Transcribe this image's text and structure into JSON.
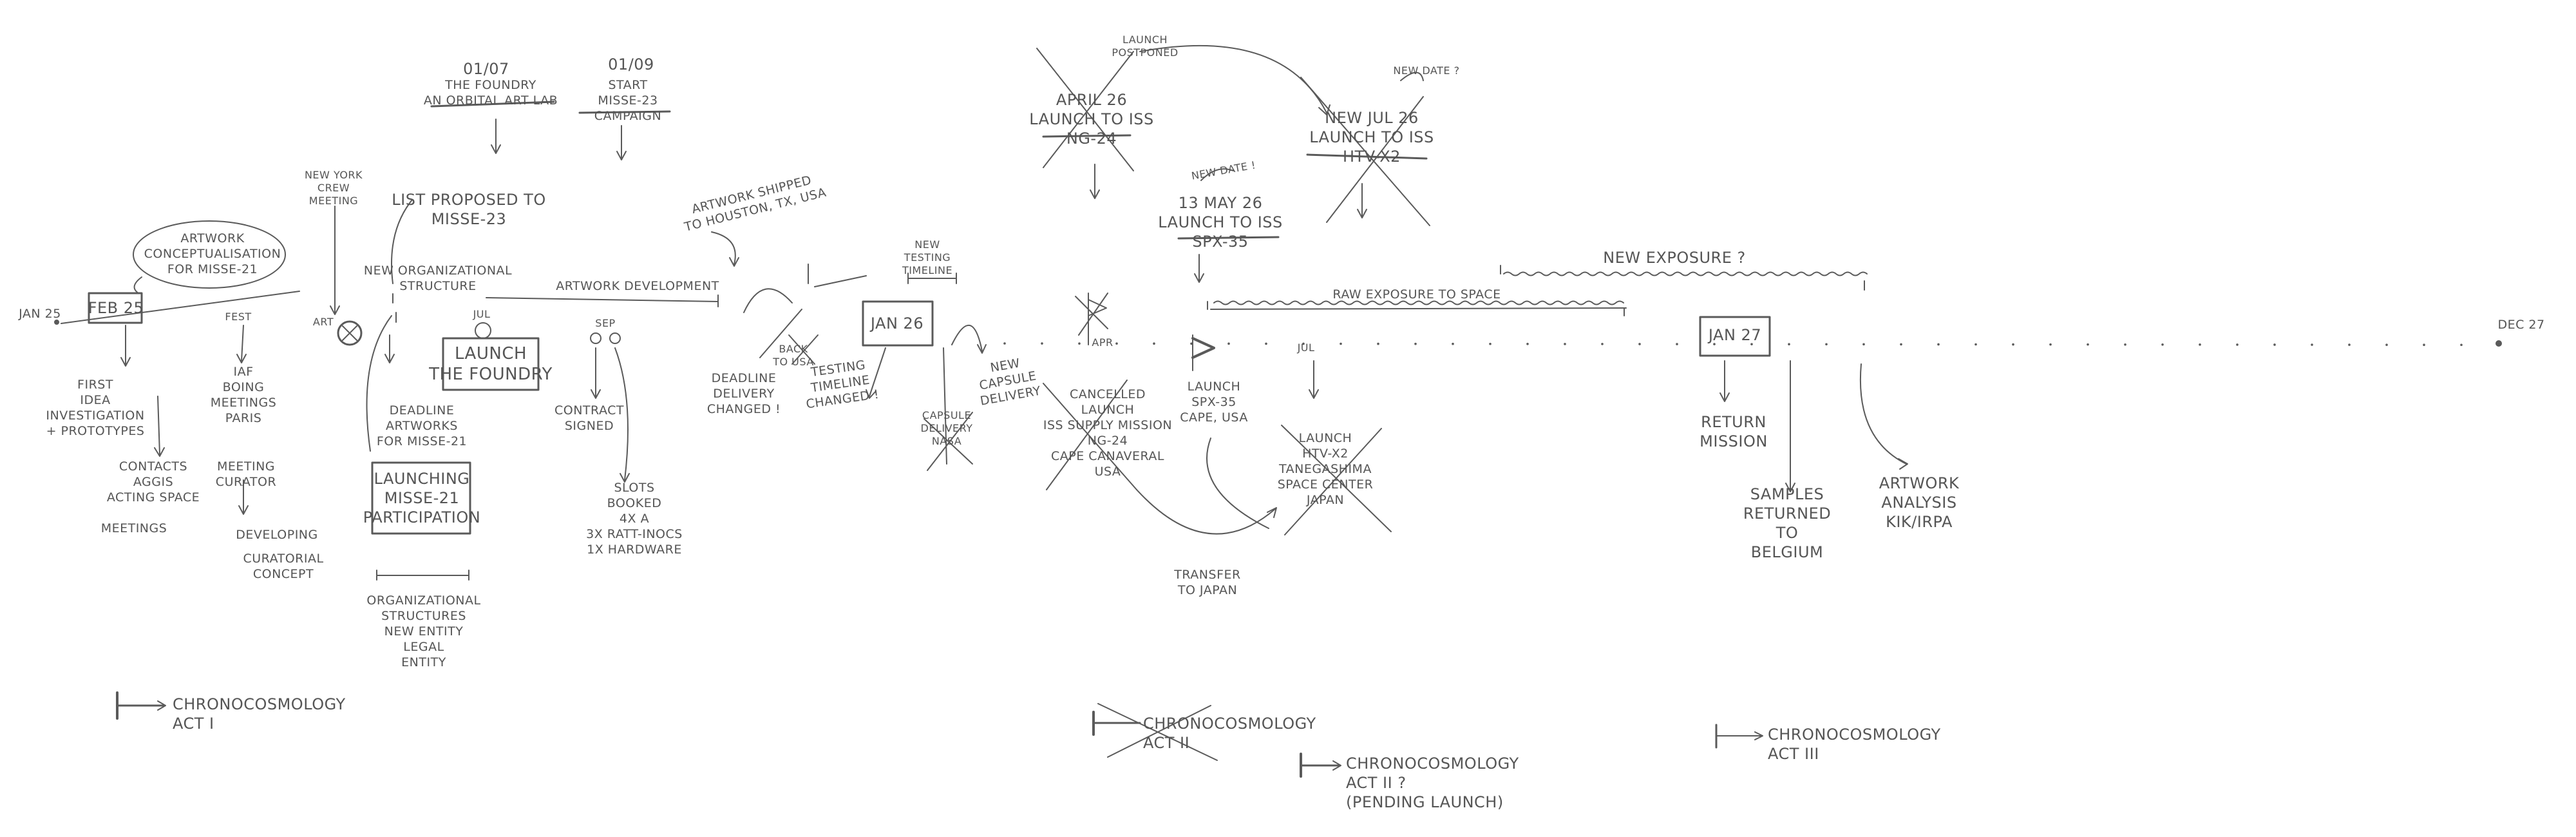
{
  "timeline": {
    "start": "JAN 25",
    "end": "DEC 27"
  },
  "boxes": {
    "feb25": "FEB 25",
    "launch_foundry": [
      "LAUNCH",
      "THE FOUNDRY"
    ],
    "launching_misse": [
      "LAUNCHING",
      "MISSE-21",
      "PARTICIPATION"
    ],
    "jan26": "JAN 26",
    "jan27": "JAN 27"
  },
  "labels": {
    "artwork_conceptualisation": [
      "ARTWORK",
      "CONCEPTUALISATION",
      "FOR MISSE-21"
    ],
    "first_idea": [
      "FIRST",
      "IDEA",
      "INVESTIGATION",
      "+ PROTOTYPES"
    ],
    "contacts": [
      "CONTACTS",
      "AGGIS",
      "ACTING SPACE"
    ],
    "meetings": "MEETINGS",
    "fest": "FEST",
    "iaf": [
      "IAF",
      "BOING",
      "MEETINGS",
      "PARIS"
    ],
    "meeting_curator": [
      "MEETING",
      "CURATOR"
    ],
    "developing": "DEVELOPING",
    "curatorial_concept": [
      "CURATORIAL",
      "CONCEPT"
    ],
    "new_york": [
      "NEW YORK",
      "CREW",
      "MEETING"
    ],
    "art": "ART",
    "jul": "JUL",
    "date_0107": "01/07",
    "the_foundry": [
      "THE FOUNDRY",
      "AN ORBITAL ART LAB"
    ],
    "date_0109": "01/09",
    "start_misse": [
      "START",
      "MISSE-23",
      "CAMPAIGN"
    ],
    "list_proposed": [
      "LIST PROPOSED TO",
      "MISSE-23"
    ],
    "new_org": [
      "NEW ORGANIZATIONAL",
      "STRUCTURE"
    ],
    "deadline": [
      "DEADLINE",
      "ARTWORKS",
      "FOR MISSE-21"
    ],
    "org_structure": [
      "ORGANIZATIONAL",
      "STRUCTURES",
      "NEW ENTITY",
      "LEGAL",
      "ENTITY"
    ],
    "artwork_development": "ARTWORK DEVELOPMENT",
    "sep": "SEP",
    "contract_signed": [
      "CONTRACT",
      "SIGNED"
    ],
    "slots_booked": [
      "SLOTS",
      "BOOKED",
      "4X A",
      "3X RATT-INOCS",
      "1X HARDWARE"
    ],
    "artwork_shipped": [
      "ARTWORK SHIPPED",
      "TO HOUSTON, TX, USA"
    ],
    "deadline_changed": [
      "DEADLINE",
      "DELIVERY",
      "CHANGED !"
    ],
    "back_to_usa": [
      "BACK",
      "TO USA"
    ],
    "testing_changed": [
      "TESTING",
      "TIMELINE",
      "CHANGED !"
    ],
    "new_testing": [
      "NEW",
      "TESTING",
      "TIMELINE"
    ],
    "capsule_delivery": [
      "CAPSULE",
      "DELIVERY",
      "NASA"
    ],
    "new_capsule": [
      "NEW",
      "CAPSULE",
      "DELIVERY"
    ],
    "cancelled_launch": [
      "CANCELLED",
      "LAUNCH",
      "ISS SUPPLY MISSION",
      "NG-24",
      "CAPE CANAVERAL",
      "USA"
    ],
    "launch_postponed": [
      "LAUNCH",
      "POSTPONED"
    ],
    "april26": [
      "APRIL 26",
      "LAUNCH TO ISS",
      "NG-24"
    ],
    "apr": "APR",
    "new_date": "NEW DATE !",
    "may26": [
      "13 MAY 26",
      "LAUNCH TO ISS",
      "SPX-35"
    ],
    "launch_spx": [
      "LAUNCH",
      "SPX-35",
      "CAPE, USA"
    ],
    "new_date_q": "NEW DATE ?",
    "jul26": [
      "NEW JUL 26",
      "LAUNCH TO ISS",
      "HTV-X2"
    ],
    "jul_small": "JUL",
    "launch_htv": [
      "LAUNCH",
      "HTV-X2",
      "TANEGASHIMA",
      "SPACE CENTER",
      "JAPAN"
    ],
    "transfer_japan": [
      "TRANSFER",
      "TO JAPAN"
    ],
    "raw_exposure": "RAW EXPOSURE TO SPACE",
    "new_exposure": "NEW EXPOSURE ?",
    "return_mission": [
      "RETURN",
      "MISSION"
    ],
    "samples_returned": [
      "SAMPLES",
      "RETURNED",
      "TO",
      "BELGIUM"
    ],
    "artwork_analysis": [
      "ARTWORK",
      "ANALYSIS",
      "KIK/IRPA"
    ]
  },
  "acts": {
    "act1": [
      "CHRONOCOSMOLOGY",
      "ACT I"
    ],
    "act2_crossed": [
      "CHRONOCOSMOLOGY",
      "ACT II"
    ],
    "act2": [
      "CHRONOCOSMOLOGY",
      "ACT II ?",
      "(PENDING LAUNCH)"
    ],
    "act3": [
      "CHRONOCOSMOLOGY",
      "ACT III"
    ]
  }
}
